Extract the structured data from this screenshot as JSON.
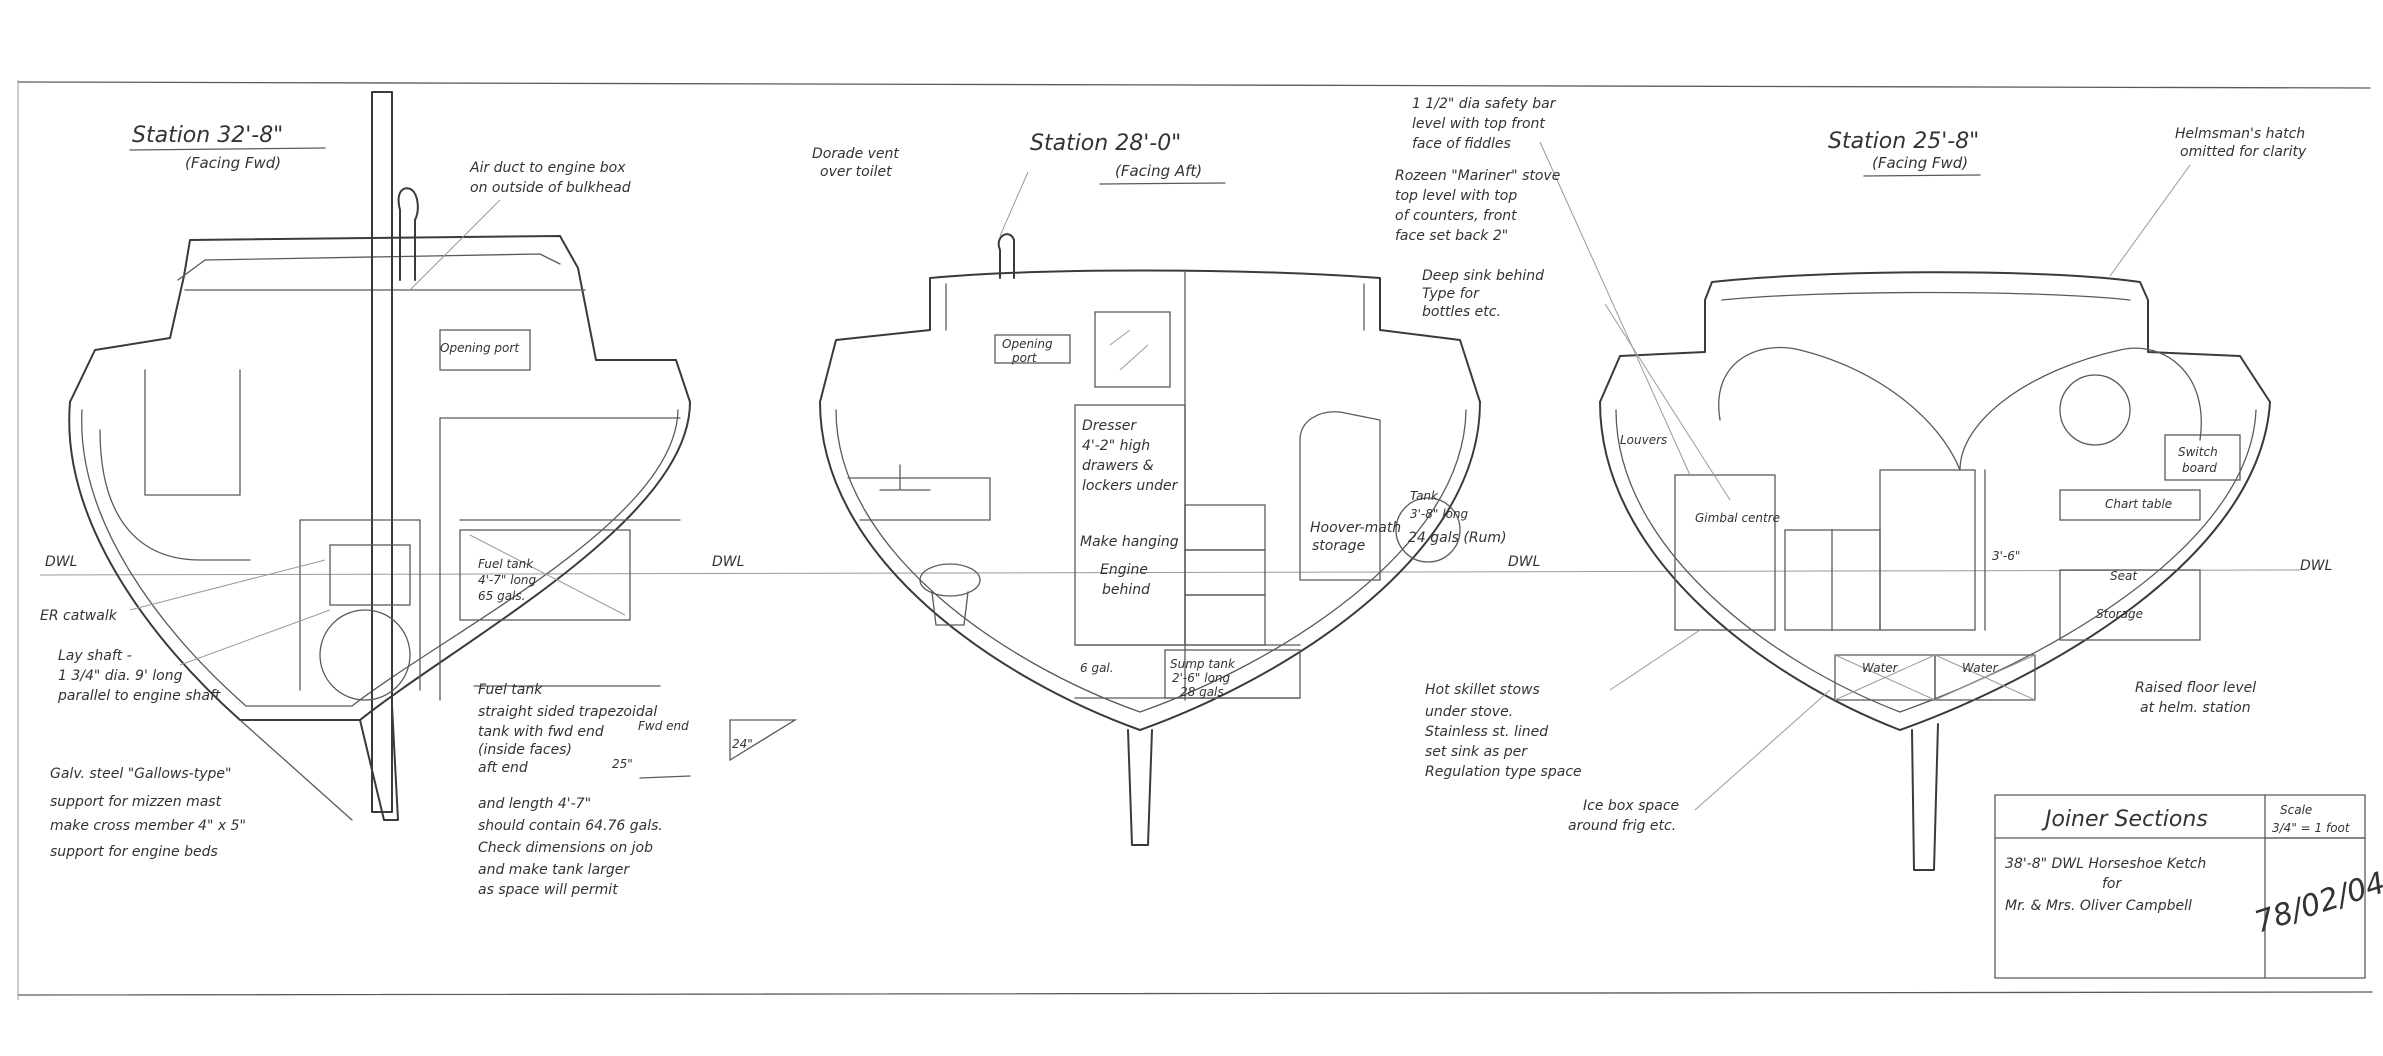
{
  "sections": {
    "aft": {
      "title": "Station 32'-8\"",
      "subtitle": "(Facing Fwd)"
    },
    "mid": {
      "title": "Station 28'-0\"",
      "subtitle": "(Facing Aft)"
    },
    "fwd": {
      "title": "Station 25'-8\"",
      "subtitle": "(Facing Fwd)"
    }
  },
  "waterline": "DWL",
  "labels": {
    "air_duct": [
      "Air duct to engine box",
      "on outside of bulkhead"
    ],
    "opening_port_aft": "Opening port",
    "er_catwalk": "ER catwalk",
    "lay_shaft": [
      "Lay shaft -",
      "1 3/4\" dia. 9' long",
      "parallel to engine shaft"
    ],
    "gallows": [
      "Galv. steel \"Gallows-type\"",
      "support for mizzen mast",
      "make cross member 4\" x 5\"",
      "support for engine beds"
    ],
    "fuel_tank_small": [
      "Fuel tank",
      "4'-7\" long",
      "65 gals."
    ],
    "fuel_tank": [
      "Fuel tank",
      "straight sided trapezoidal",
      "tank with fwd end",
      "(inside faces)",
      "aft end",
      "and length 4'-7\"",
      "should contain 64.76 gals.",
      "Check dimensions on job",
      "and make tank larger",
      "as space will permit"
    ],
    "fwd_end": "Fwd end",
    "dim_24": "24\"",
    "dim_25": "25\"",
    "dorade_vent": [
      "Dorade vent",
      "over toilet"
    ],
    "opening_port_mid": [
      "Opening",
      "port"
    ],
    "dresser": [
      "Dresser",
      "4'-2\" high",
      "drawers &",
      "lockers under"
    ],
    "make_hanging": "Make hanging",
    "engine_behind": [
      "Engine",
      "behind"
    ],
    "hoover_storage": [
      "Hoover-math",
      "storage"
    ],
    "tank_24": [
      "Tank",
      "3'-8\" long",
      "24 gals (Rum)"
    ],
    "sump_tank": [
      "Sump tank",
      "2'-6\" long",
      "28 gals"
    ],
    "six_gal": "6 gal.",
    "safety_bar": [
      "1 1/2\" dia safety bar",
      "level with top front",
      "face of fiddles"
    ],
    "stove": [
      "Rozeen \"Mariner\" stove",
      "top level with top",
      "of counters, front",
      "face set back 2\""
    ],
    "deep_sink": [
      "Deep sink behind",
      "Type for",
      "bottles etc."
    ],
    "louvers": "Louvers",
    "gimbal_centre": "Gimbal centre",
    "switch_board": [
      "Switch",
      "board"
    ],
    "chart_table": "Chart table",
    "seat": "Seat",
    "storage": "Storage",
    "water_1": "Water",
    "water_2": "Water",
    "hatch_note": [
      "Helmsman's hatch",
      "omitted for clarity"
    ],
    "hot_skillet": [
      "Hot skillet stows",
      "under stove.",
      "Stainless st. lined",
      "set sink as per",
      "Regulation type space"
    ],
    "ice_space": [
      "Ice box space",
      "around frig etc."
    ],
    "raised_floor": [
      "Raised floor level",
      "at helm. station"
    ],
    "dim_fwd_vertical": "3'-6\""
  },
  "title_block": {
    "title": "Joiner Sections",
    "scale_label": "Scale",
    "scale_value": "3/4\" = 1 foot",
    "description": [
      "38'-8\" DWL Horseshoe Ketch",
      "for",
      "Mr. & Mrs. Oliver Campbell"
    ],
    "date": "78/02/04"
  }
}
